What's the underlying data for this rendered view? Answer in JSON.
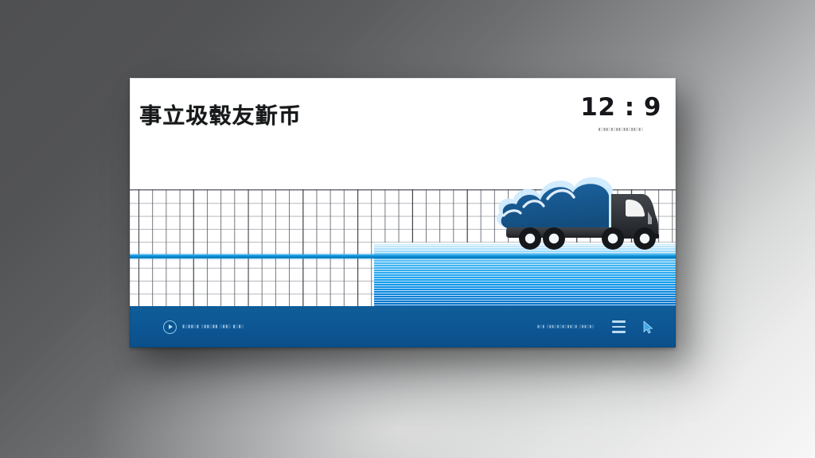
{
  "window": {
    "title": "事立圾毂友斳币",
    "clock": "12 : 9",
    "clock_subtitle": "▮▯▮▮▯▮▯▮▮▯▮▮▯▮▮▯▮▯"
  },
  "sheet": {
    "label": "data-grid",
    "columns": 40,
    "rows": 9,
    "accent_rule_color": "#0b8fd6",
    "gridline_color": "#5a5e64"
  },
  "progress": {
    "label": "blue-striped-fill",
    "fill_color": "#19a2ef",
    "fill_start_x_ratio": 0.45
  },
  "illustration": {
    "name": "cloud-cargo-truck",
    "body_color": "#2b2d31",
    "cargo_color": "#17588f",
    "cargo_shape": "cloud",
    "wheels": 4,
    "direction": "right"
  },
  "footer": {
    "brand_text": "▮▯▮▮▯▮ ▯▮▮▯▮▮ ▯▮▮▯ ▮▯▮▯",
    "status_text": "▮▯▮ ▯▮▮▯▮▯▮▯▮▮▯▮ ▯▮▮▯▮▯",
    "menu_label": "menu",
    "bar_color": "#0d5694"
  },
  "theme": {
    "accent": "#0b8fd6",
    "deep_blue": "#0d5694",
    "panel_bg": "#ffffff",
    "backdrop_dark": "#515254",
    "backdrop_light": "#f7f7f7"
  }
}
